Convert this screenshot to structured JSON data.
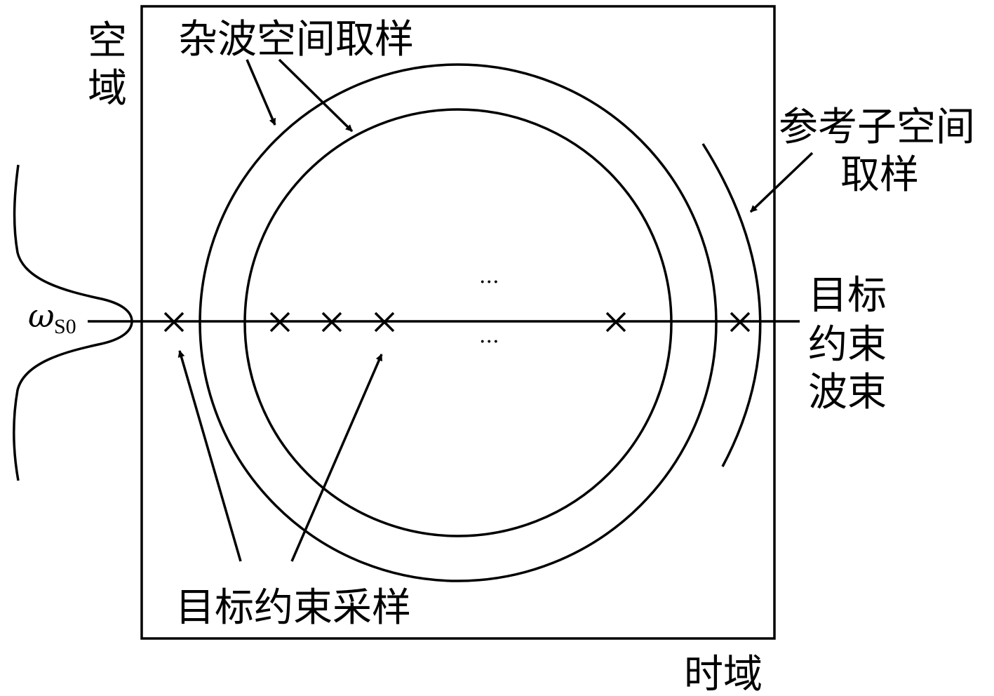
{
  "labels": {
    "spatial_domain_line1": "空",
    "spatial_domain_line2": "域",
    "time_domain": "时域",
    "clutter_space_sampling": "杂波空间取样",
    "reference_subspace_line1": "参考子空间",
    "reference_subspace_line2": "取样",
    "target_beam_line1": "目标",
    "target_beam_line2": "约束",
    "target_beam_line3": "波束",
    "target_constraint_sampling": "目标约束采样",
    "omega": "ω",
    "omega_subscript": "S0",
    "ellipsis_top": "···",
    "ellipsis_bottom": "···"
  },
  "colors": {
    "stroke": "#000000",
    "background": "#ffffff"
  }
}
